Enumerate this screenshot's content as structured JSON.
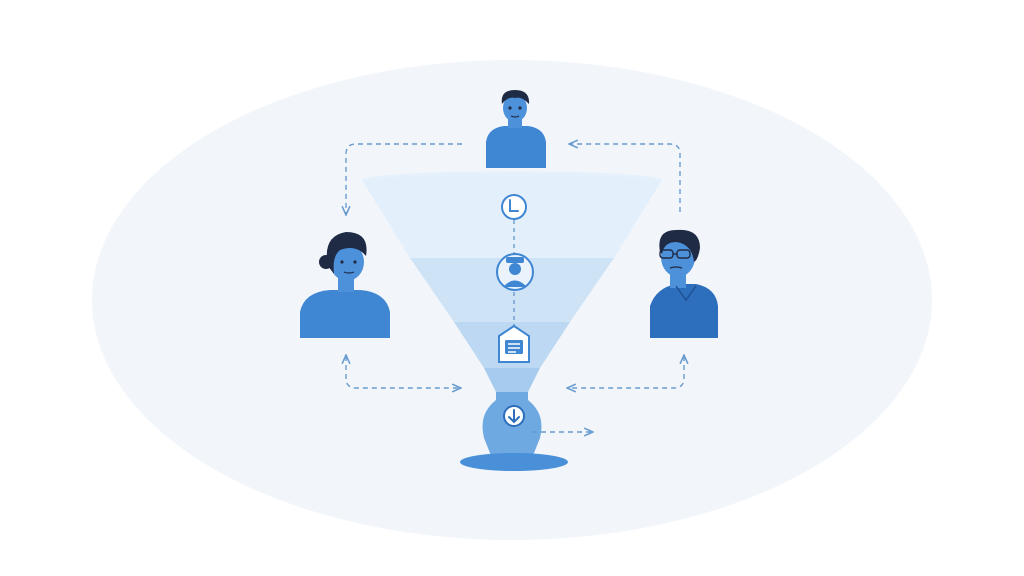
{
  "diagram": {
    "kind": "funnel-with-people",
    "colors": {
      "background": "#ffffff",
      "halo": "#f2f6fb",
      "tier_top": "#e3effb",
      "tier_2": "#cfe3f7",
      "tier_3": "#bcd8f3",
      "tier_4": "#a6cbee",
      "neck": "#6ea9e2",
      "pool": "#4a90d9",
      "primary": "#3f86d3",
      "primary_dark": "#2d6fbd",
      "hair": "#1f2a44",
      "skin": "#4d91da",
      "arrow": "#6a9ccf"
    },
    "people": [
      {
        "role": "top-person",
        "shirt": "#3f86d3"
      },
      {
        "role": "left-person",
        "shirt": "#3f86d3"
      },
      {
        "role": "right-person",
        "shirt": "#2d6fbd"
      }
    ],
    "stage_icons": [
      "clock-icon",
      "person-badge-icon",
      "document-house-icon",
      "download-icon"
    ]
  }
}
